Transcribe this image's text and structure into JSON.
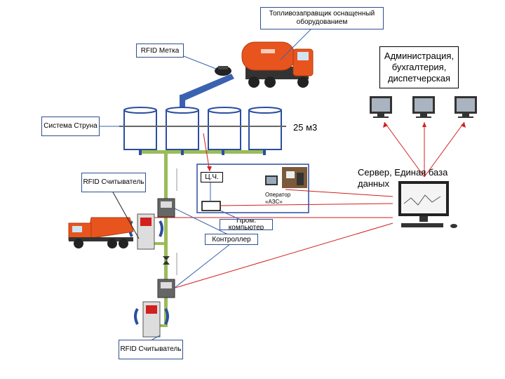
{
  "labels": {
    "tanker": "Топливозаправщик оснащенный оборудованием",
    "rfid_tag": "RFID Метка",
    "admin": "Администрация, бухгалтерия, диспетчерская",
    "string_system": "Система Струна",
    "volume": "25 м3",
    "server": "Сервер, Единая база данных",
    "rfid_reader_top": "RFID Считыватель",
    "cch": "Ц.Ч.",
    "operator": "Оператор «АЗС»",
    "industrial_pc": "Пром. компьютер",
    "controller": "Контроллер",
    "rfid_reader_bottom": "RFID Считыватель"
  },
  "colors": {
    "box_border": "#2f4f8f",
    "link_blue": "#3a62b0",
    "link_red": "#d21f1f",
    "pipe_green": "#9bbb59",
    "tank_blue": "#2b4ea0",
    "truck_orange": "#e8541e"
  }
}
